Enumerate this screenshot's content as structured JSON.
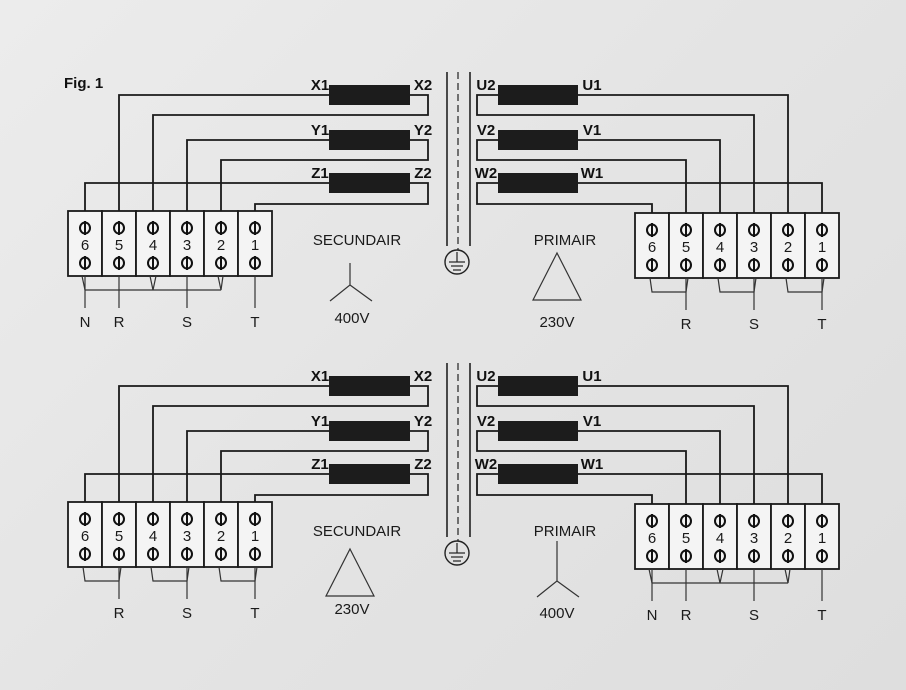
{
  "figure_label": "Fig. 1",
  "panels": [
    {
      "secondary": {
        "title": "SECUNDAIR",
        "voltage": "400V",
        "connection": "star",
        "coils": [
          [
            "X1",
            "X2"
          ],
          [
            "Y1",
            "Y2"
          ],
          [
            "Z1",
            "Z2"
          ]
        ],
        "terminals": [
          "6",
          "5",
          "4",
          "3",
          "2",
          "1"
        ],
        "lines": [
          "N",
          "R",
          "S",
          "T"
        ]
      },
      "primary": {
        "title": "PRIMAIR",
        "voltage": "230V",
        "connection": "delta",
        "coils": [
          [
            "U2",
            "U1"
          ],
          [
            "V2",
            "V1"
          ],
          [
            "W2",
            "W1"
          ]
        ],
        "terminals": [
          "6",
          "5",
          "4",
          "3",
          "2",
          "1"
        ],
        "lines": [
          "R",
          "S",
          "T"
        ]
      }
    },
    {
      "secondary": {
        "title": "SECUNDAIR",
        "voltage": "230V",
        "connection": "delta",
        "coils": [
          [
            "X1",
            "X2"
          ],
          [
            "Y1",
            "Y2"
          ],
          [
            "Z1",
            "Z2"
          ]
        ],
        "terminals": [
          "6",
          "5",
          "4",
          "3",
          "2",
          "1"
        ],
        "lines": [
          "R",
          "S",
          "T"
        ]
      },
      "primary": {
        "title": "PRIMAIR",
        "voltage": "400V",
        "connection": "star",
        "coils": [
          [
            "U2",
            "U1"
          ],
          [
            "V2",
            "V1"
          ],
          [
            "W2",
            "W1"
          ]
        ],
        "terminals": [
          "6",
          "5",
          "4",
          "3",
          "2",
          "1"
        ],
        "lines": [
          "N",
          "R",
          "S",
          "T"
        ]
      }
    }
  ]
}
